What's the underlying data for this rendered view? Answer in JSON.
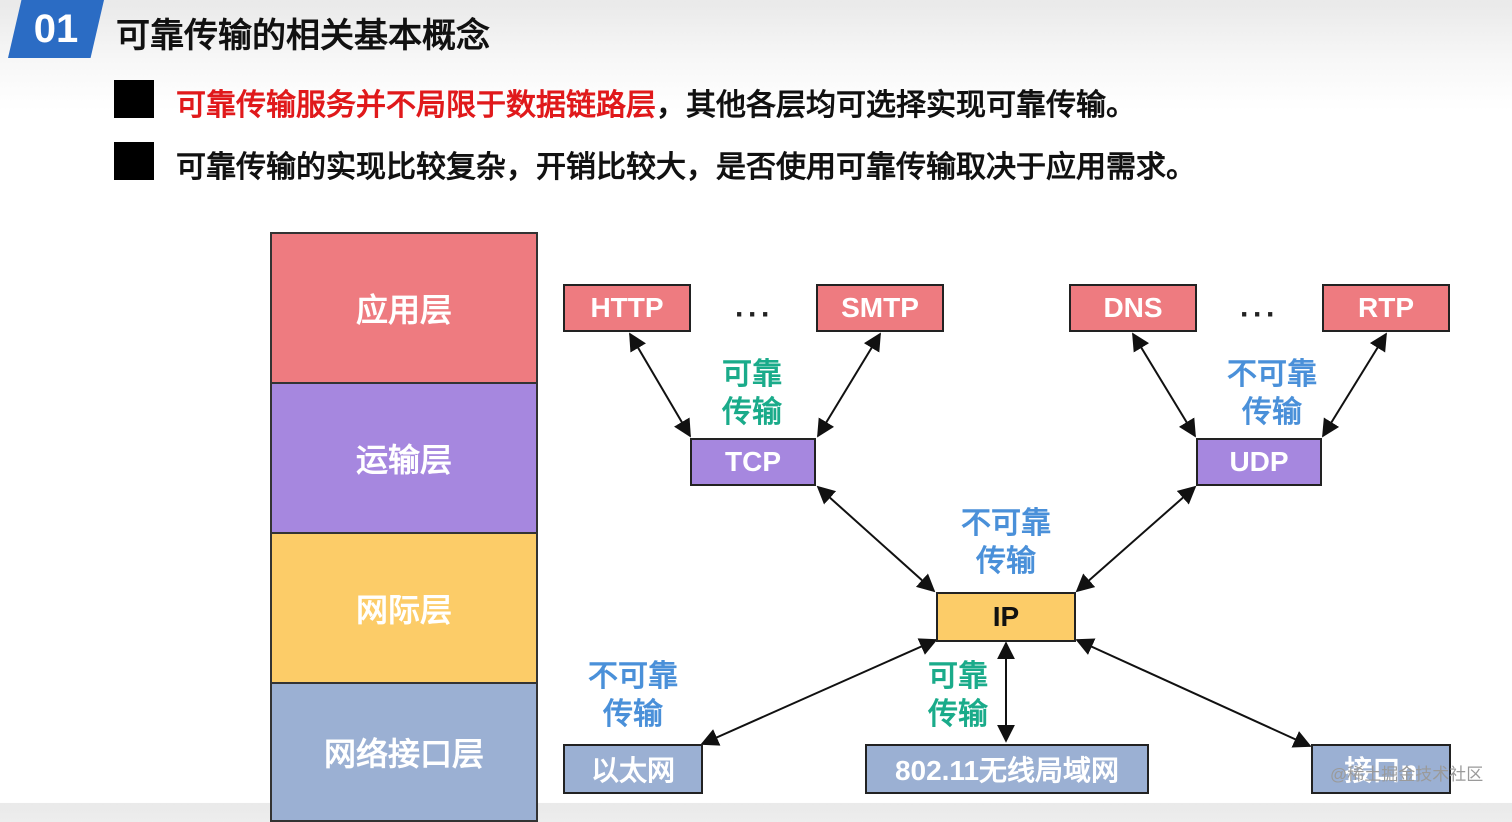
{
  "header": {
    "badge": "01",
    "title": "可靠传输的相关基本概念"
  },
  "bullets": {
    "b1_red": "可靠传输服务并不局限于数据链路层",
    "b1_rest": "，其他各层均可选择实现可靠传输。",
    "b2": "可靠传输的实现比较复杂，开销比较大，是否使用可靠传输取决于应用需求。"
  },
  "layers": {
    "application": "应用层",
    "transport": "运输层",
    "internet": "网际层",
    "network_interface": "网络接口层"
  },
  "protocols": {
    "http": "HTTP",
    "smtp": "SMTP",
    "dns": "DNS",
    "rtp": "RTP",
    "tcp": "TCP",
    "udp": "UDP",
    "ip": "IP",
    "ethernet": "以太网",
    "wifi": "802.11无线局域网",
    "interface_n": "接口n",
    "ellipsis": "···"
  },
  "notes": {
    "tcp_reliable": [
      "可靠",
      "传输"
    ],
    "udp_unreliable": [
      "不可靠",
      "传输"
    ],
    "ip_unreliable": [
      "不可靠",
      "传输"
    ],
    "eth_unreliable": [
      "不可靠",
      "传输"
    ],
    "wifi_reliable": [
      "可靠",
      "传输"
    ]
  },
  "colors": {
    "badge": "#2b6cc4",
    "highlight_red": "#e0191b",
    "application": "#ee7b80",
    "transport": "#a687df",
    "internet": "#fccc68",
    "network_interface": "#9bb0d3",
    "reliable_green": "#1aab8a",
    "unreliable_blue": "#4a90d9"
  },
  "watermark": "@稀土掘金技术社区"
}
